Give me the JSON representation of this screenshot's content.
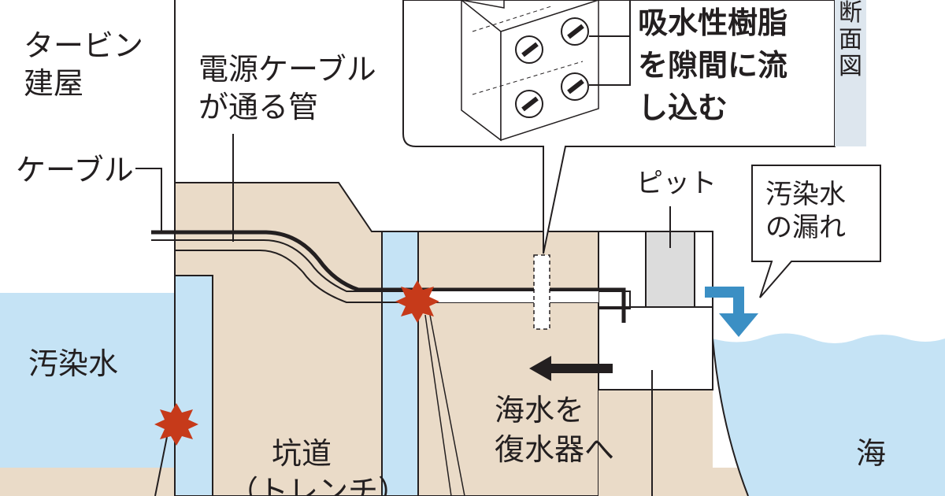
{
  "colors": {
    "ground": "#eadbc8",
    "water": "#c5e3f5",
    "pipe_fill": "#cfe8f7",
    "leak_arrow": "#3b8fc4",
    "spark": "#c63a1a",
    "pit": "#dcdcdc",
    "side_strip": "#dde6ee",
    "ink": "#231f20",
    "panel": "#ffffff"
  },
  "labels": {
    "turbine_building": [
      "タービン",
      "建屋"
    ],
    "power_cable_pipe": [
      "電源ケーブル",
      "が通る管"
    ],
    "cable": "ケーブル",
    "resin_note": [
      "吸水性樹脂",
      "を隙間に流",
      "し込む"
    ],
    "cross_section": "断面図",
    "pit": "ピット",
    "leak": [
      "汚染水",
      "の漏れ"
    ],
    "contaminated_water": "汚染水",
    "seawater_to_condenser": [
      "海水を",
      "復水器へ"
    ],
    "sea": "海",
    "tunnel": [
      "坑道",
      "（トレンチ）"
    ]
  },
  "icons": {
    "leak_point": "explosion-burst-icon",
    "flow_direction": "left-arrow-icon",
    "leak_flow": "down-bent-arrow-icon"
  }
}
